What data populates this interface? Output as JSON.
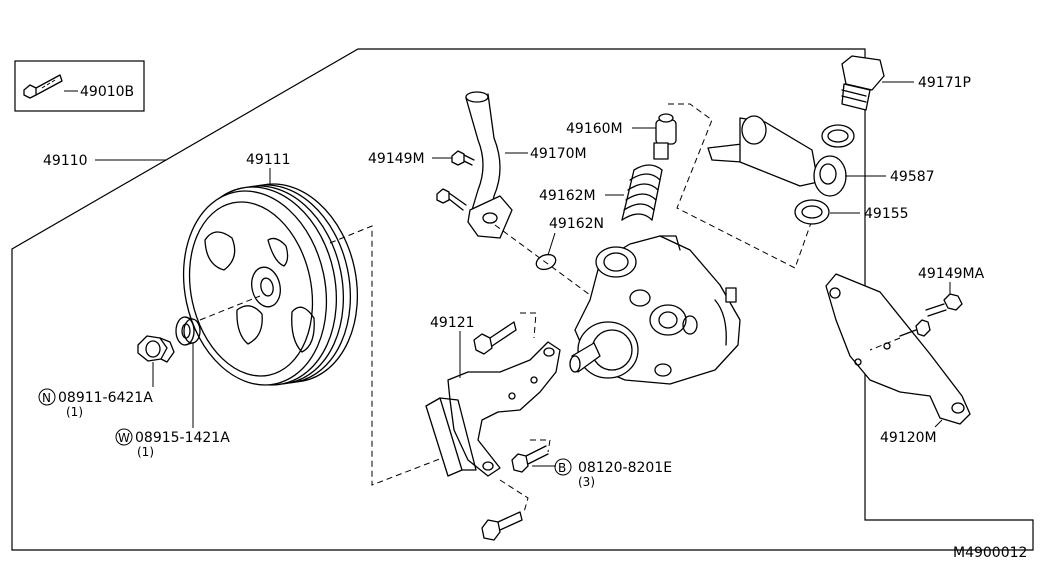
{
  "diagram_id": "M4900012",
  "parts": {
    "p49010B": "49010B",
    "p49110": "49110",
    "p49111": "49111",
    "p49149M": "49149M",
    "p49170M": "49170M",
    "p49160M": "49160M",
    "p49162M": "49162M",
    "p49162N": "49162N",
    "p49171P": "49171P",
    "p49587": "49587",
    "p49155": "49155",
    "p49149MA": "49149MA",
    "p49121": "49121",
    "p49120M": "49120M",
    "nut": {
      "prefix": "N",
      "number": "08911-6421A",
      "qty": "(1)"
    },
    "washer": {
      "prefix": "W",
      "number": "08915-1421A",
      "qty": "(1)"
    },
    "bolt": {
      "prefix": "B",
      "number": "08120-8201E",
      "qty": "(3)"
    }
  }
}
